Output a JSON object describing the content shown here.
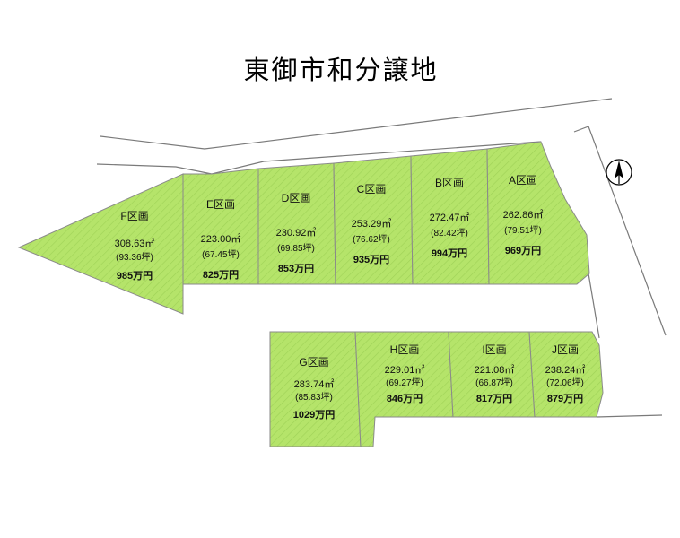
{
  "title": "東御市和分譲地",
  "lot_fill": "#b5e46a",
  "lot_hatch": "#9fd257",
  "compass": {
    "icon": "north-arrow-icon",
    "label": "N"
  },
  "lots": [
    {
      "id": "A",
      "name": "A区画",
      "area": "262.86㎡",
      "tsubo": "(79.51坪)",
      "price": "969万円"
    },
    {
      "id": "B",
      "name": "B区画",
      "area": "272.47㎡",
      "tsubo": "(82.42坪)",
      "price": "994万円"
    },
    {
      "id": "C",
      "name": "C区画",
      "area": "253.29㎡",
      "tsubo": "(76.62坪)",
      "price": "935万円"
    },
    {
      "id": "D",
      "name": "D区画",
      "area": "230.92㎡",
      "tsubo": "(69.85坪)",
      "price": "853万円"
    },
    {
      "id": "E",
      "name": "E区画",
      "area": "223.00㎡",
      "tsubo": "(67.45坪)",
      "price": "825万円"
    },
    {
      "id": "F",
      "name": "F区画",
      "area": "308.63㎡",
      "tsubo": "(93.36坪)",
      "price": "985万円"
    },
    {
      "id": "G",
      "name": "G区画",
      "area": "283.74㎡",
      "tsubo": "(85.83坪)",
      "price": "1029万円"
    },
    {
      "id": "H",
      "name": "H区画",
      "area": "229.01㎡",
      "tsubo": "(69.27坪)",
      "price": "846万円"
    },
    {
      "id": "I",
      "name": "I区画",
      "area": "221.08㎡",
      "tsubo": "(66.87坪)",
      "price": "817万円"
    },
    {
      "id": "J",
      "name": "J区画",
      "area": "238.24㎡",
      "tsubo": "(72.06坪)",
      "price": "879万円"
    }
  ]
}
